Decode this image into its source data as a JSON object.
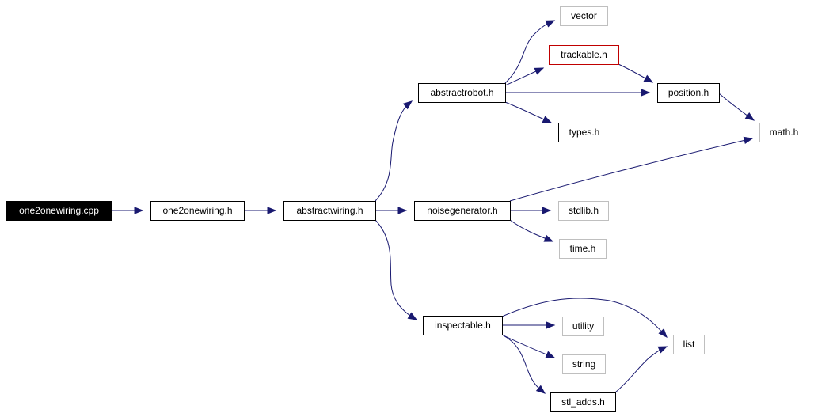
{
  "colors": {
    "edge": "#191970",
    "root_fill": "#000000",
    "external_border": "#bfbfbf",
    "highlight_border": "#c00000"
  },
  "nodes": [
    {
      "id": "one2onewiring_cpp",
      "label": "one2onewiring.cpp",
      "style": "root"
    },
    {
      "id": "one2onewiring_h",
      "label": "one2onewiring.h",
      "style": "normal"
    },
    {
      "id": "abstractwiring_h",
      "label": "abstractwiring.h",
      "style": "normal"
    },
    {
      "id": "abstractrobot_h",
      "label": "abstractrobot.h",
      "style": "normal"
    },
    {
      "id": "noisegenerator_h",
      "label": "noisegenerator.h",
      "style": "normal"
    },
    {
      "id": "inspectable_h",
      "label": "inspectable.h",
      "style": "normal"
    },
    {
      "id": "vector",
      "label": "vector",
      "style": "external"
    },
    {
      "id": "trackable_h",
      "label": "trackable.h",
      "style": "highlight"
    },
    {
      "id": "types_h",
      "label": "types.h",
      "style": "normal"
    },
    {
      "id": "position_h",
      "label": "position.h",
      "style": "normal"
    },
    {
      "id": "math_h",
      "label": "math.h",
      "style": "external"
    },
    {
      "id": "stdlib_h",
      "label": "stdlib.h",
      "style": "external"
    },
    {
      "id": "time_h",
      "label": "time.h",
      "style": "external"
    },
    {
      "id": "utility",
      "label": "utility",
      "style": "external"
    },
    {
      "id": "string",
      "label": "string",
      "style": "external"
    },
    {
      "id": "list",
      "label": "list",
      "style": "external"
    },
    {
      "id": "stl_adds_h",
      "label": "stl_adds.h",
      "style": "normal"
    }
  ],
  "edges": [
    [
      "one2onewiring_cpp",
      "one2onewiring_h"
    ],
    [
      "one2onewiring_h",
      "abstractwiring_h"
    ],
    [
      "abstractwiring_h",
      "abstractrobot_h"
    ],
    [
      "abstractwiring_h",
      "noisegenerator_h"
    ],
    [
      "abstractwiring_h",
      "inspectable_h"
    ],
    [
      "abstractrobot_h",
      "vector"
    ],
    [
      "abstractrobot_h",
      "trackable_h"
    ],
    [
      "abstractrobot_h",
      "position_h"
    ],
    [
      "abstractrobot_h",
      "types_h"
    ],
    [
      "trackable_h",
      "position_h"
    ],
    [
      "position_h",
      "math_h"
    ],
    [
      "noisegenerator_h",
      "math_h"
    ],
    [
      "noisegenerator_h",
      "stdlib_h"
    ],
    [
      "noisegenerator_h",
      "time_h"
    ],
    [
      "inspectable_h",
      "list"
    ],
    [
      "inspectable_h",
      "utility"
    ],
    [
      "inspectable_h",
      "string"
    ],
    [
      "inspectable_h",
      "stl_adds_h"
    ],
    [
      "stl_adds_h",
      "list"
    ]
  ]
}
